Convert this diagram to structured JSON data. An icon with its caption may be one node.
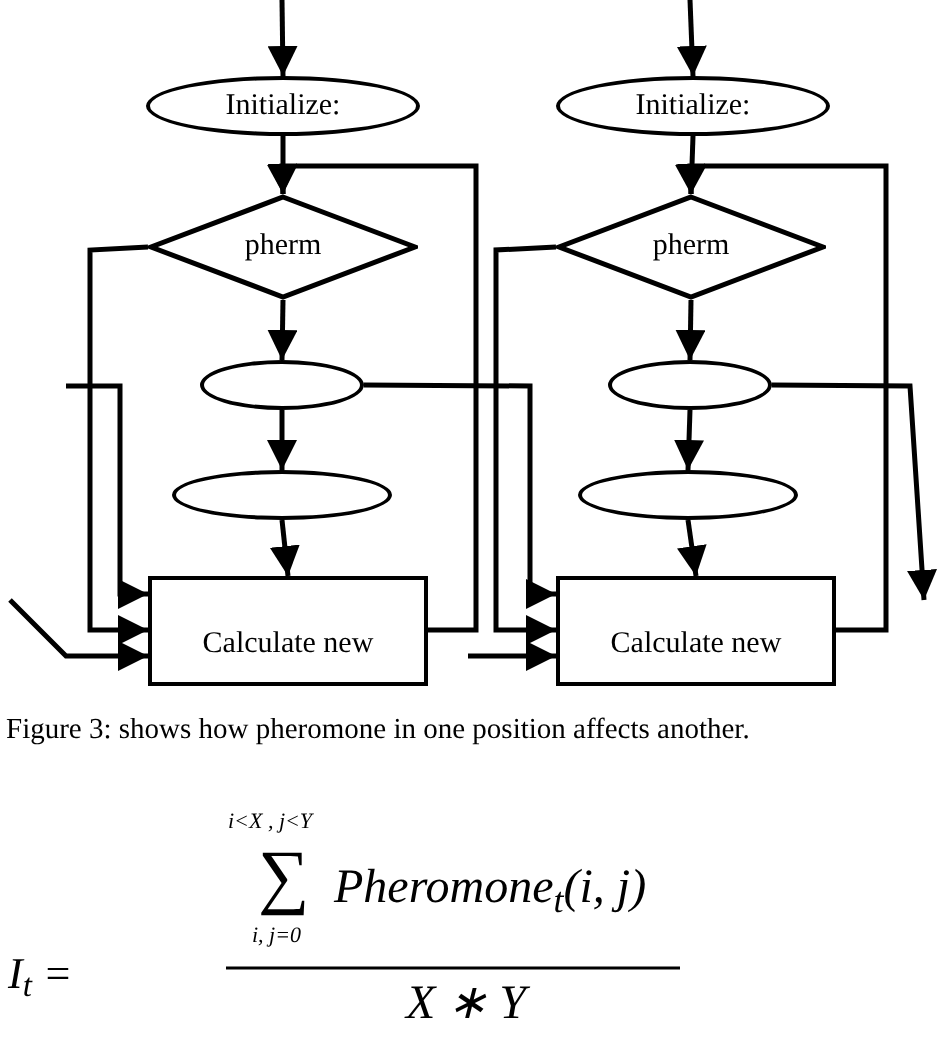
{
  "diagram": {
    "caption": "Figure 3: shows how pheromone in one position affects another.",
    "nodes": [
      {
        "text": [
          "Initialize:"
        ]
      },
      {
        "text": [
          "pherm"
        ]
      },
      {
        "text": [],
        "shape": "ellipse"
      },
      {
        "text": [],
        "shape": "ellipse"
      },
      {
        "text": [
          "Calculate new"
        ]
      },
      {
        "text": [
          "Initialize:"
        ]
      },
      {
        "text": [
          "pherm"
        ]
      },
      {
        "text": [],
        "shape": "ellipse"
      },
      {
        "text": [],
        "shape": "ellipse"
      },
      {
        "text": [
          "Calculate new"
        ]
      }
    ],
    "edges": [
      {
        "from": null,
        "to": 0,
        "arrow": "to"
      },
      {
        "from": 0,
        "to": 1,
        "arrow": "to"
      },
      {
        "from": 4,
        "to": 1,
        "arrow": "to"
      },
      {
        "from": 1,
        "to": 4,
        "arrow": "to"
      },
      {
        "from": 1,
        "to": 2,
        "arrow": "to"
      },
      {
        "from": 2,
        "to": 3,
        "arrow": "to"
      },
      {
        "from": 3,
        "to": 4,
        "arrow": "to"
      },
      {
        "from": null,
        "to": 4,
        "arrow": "to"
      },
      {
        "from": null,
        "to": 4,
        "arrow": "to"
      },
      {
        "from": 2,
        "to": 9,
        "arrow": "to"
      },
      {
        "from": null,
        "to": 5,
        "arrow": "to"
      },
      {
        "from": 5,
        "to": 6,
        "arrow": "to"
      },
      {
        "from": 9,
        "to": 6,
        "arrow": "to"
      },
      {
        "from": 6,
        "to": 9,
        "arrow": "to"
      },
      {
        "from": 6,
        "to": 7,
        "arrow": "to"
      },
      {
        "from": 7,
        "to": 8,
        "arrow": "to"
      },
      {
        "from": 8,
        "to": 9,
        "arrow": "to"
      },
      {
        "from": null,
        "to": 9,
        "arrow": "to"
      },
      {
        "from": 7,
        "to": null,
        "arrow": "to"
      }
    ],
    "labels": [
      "I$_{t}$ =",
      "i<X , j<Y",
      "∑",
      "Pheromone$_{t}$(i, j)",
      "i, j=0",
      "X ∗ Y"
    ]
  }
}
